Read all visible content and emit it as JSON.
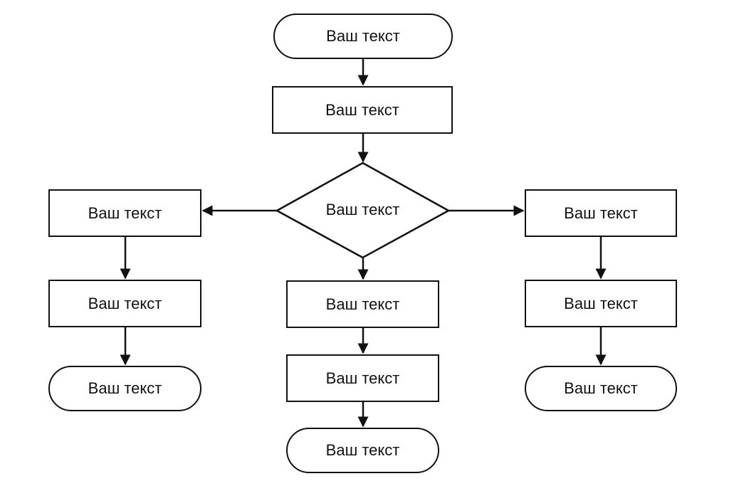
{
  "diagram": {
    "type": "flowchart",
    "nodes": {
      "start": {
        "shape": "terminal",
        "text": "Ваш текст"
      },
      "step_top": {
        "shape": "process",
        "text": "Ваш текст"
      },
      "decision": {
        "shape": "decision",
        "text": "Ваш текст"
      },
      "left_1": {
        "shape": "process",
        "text": "Ваш текст"
      },
      "left_2": {
        "shape": "process",
        "text": "Ваш текст"
      },
      "left_end": {
        "shape": "terminal",
        "text": "Ваш текст"
      },
      "center_1": {
        "shape": "process",
        "text": "Ваш текст"
      },
      "center_2": {
        "shape": "process",
        "text": "Ваш текст"
      },
      "center_end": {
        "shape": "terminal",
        "text": "Ваш текст"
      },
      "right_1": {
        "shape": "process",
        "text": "Ваш текст"
      },
      "right_2": {
        "shape": "process",
        "text": "Ваш текст"
      },
      "right_end": {
        "shape": "terminal",
        "text": "Ваш текст"
      }
    },
    "edges": [
      {
        "from": "start",
        "to": "step_top"
      },
      {
        "from": "step_top",
        "to": "decision"
      },
      {
        "from": "decision",
        "to": "left_1"
      },
      {
        "from": "decision",
        "to": "right_1"
      },
      {
        "from": "decision",
        "to": "center_1"
      },
      {
        "from": "left_1",
        "to": "left_2"
      },
      {
        "from": "left_2",
        "to": "left_end"
      },
      {
        "from": "center_1",
        "to": "center_2"
      },
      {
        "from": "center_2",
        "to": "center_end"
      },
      {
        "from": "right_1",
        "to": "right_2"
      },
      {
        "from": "right_2",
        "to": "right_end"
      }
    ],
    "colors": {
      "stroke": "#111111",
      "fill": "#ffffff",
      "text": "#111111"
    }
  }
}
